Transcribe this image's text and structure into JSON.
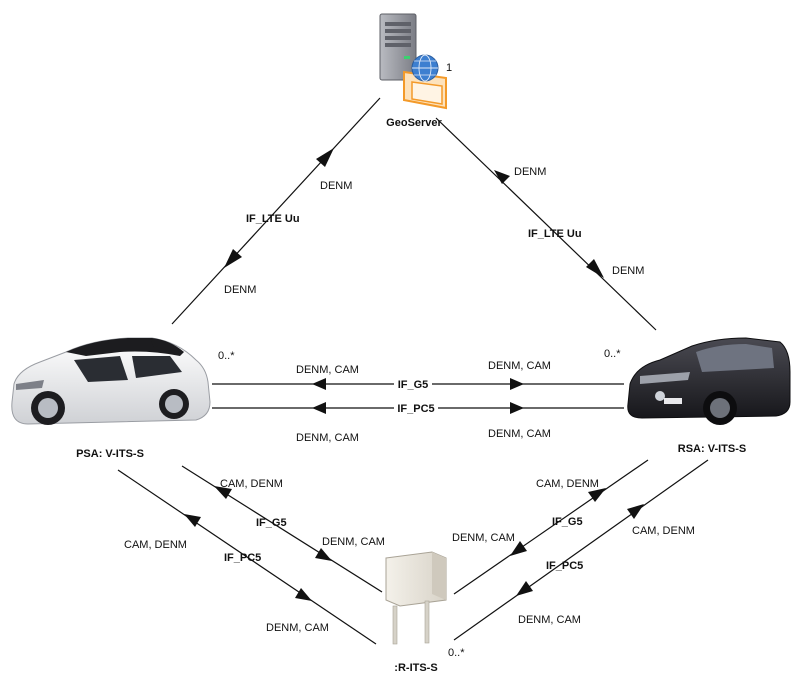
{
  "nodes": {
    "geoserver": {
      "label": "GeoServer",
      "multiplicity": "1"
    },
    "psa": {
      "label": "PSA: V-ITS-S",
      "multiplicity": "0..*"
    },
    "rsa": {
      "label": "RSA: V-ITS-S",
      "multiplicity": "0..*"
    },
    "rits": {
      "label": ":R-ITS-S",
      "multiplicity": "0..*"
    }
  },
  "links": {
    "geo_psa": {
      "interface": "IF_LTE Uu",
      "msg_up": "DENM",
      "msg_down": "DENM"
    },
    "geo_rsa": {
      "interface": "IF_LTE Uu",
      "msg_up": "DENM",
      "msg_down": "DENM"
    },
    "psa_rsa_g5": {
      "interface": "IF_G5",
      "msg_left": "DENM, CAM",
      "msg_right": "DENM, CAM"
    },
    "psa_rsa_pc5": {
      "interface": "IF_PC5",
      "msg_left": "DENM, CAM",
      "msg_right": "DENM, CAM"
    },
    "psa_rits_g5": {
      "interface": "IF_G5",
      "msg_up": "CAM, DENM",
      "msg_down": "DENM, CAM"
    },
    "psa_rits_pc5": {
      "interface": "IF_PC5",
      "msg_up": "CAM, DENM",
      "msg_down": "DENM, CAM"
    },
    "rsa_rits_g5": {
      "interface": "IF_G5",
      "msg_up": "CAM, DENM",
      "msg_down": "DENM, CAM"
    },
    "rsa_rits_pc5": {
      "interface": "IF_PC5",
      "msg_up": "CAM, DENM",
      "msg_down": "DENM, CAM"
    }
  },
  "colors": {
    "line": "#111111",
    "psa_car": "#e9eaec",
    "psa_roof": "#1c1c1f",
    "rsa_car": "#2b2b30",
    "server_body": "#8e9097",
    "globe": "#3d7fd0",
    "folder": "#f39a2a",
    "rits_box": "#e8e4dc"
  }
}
